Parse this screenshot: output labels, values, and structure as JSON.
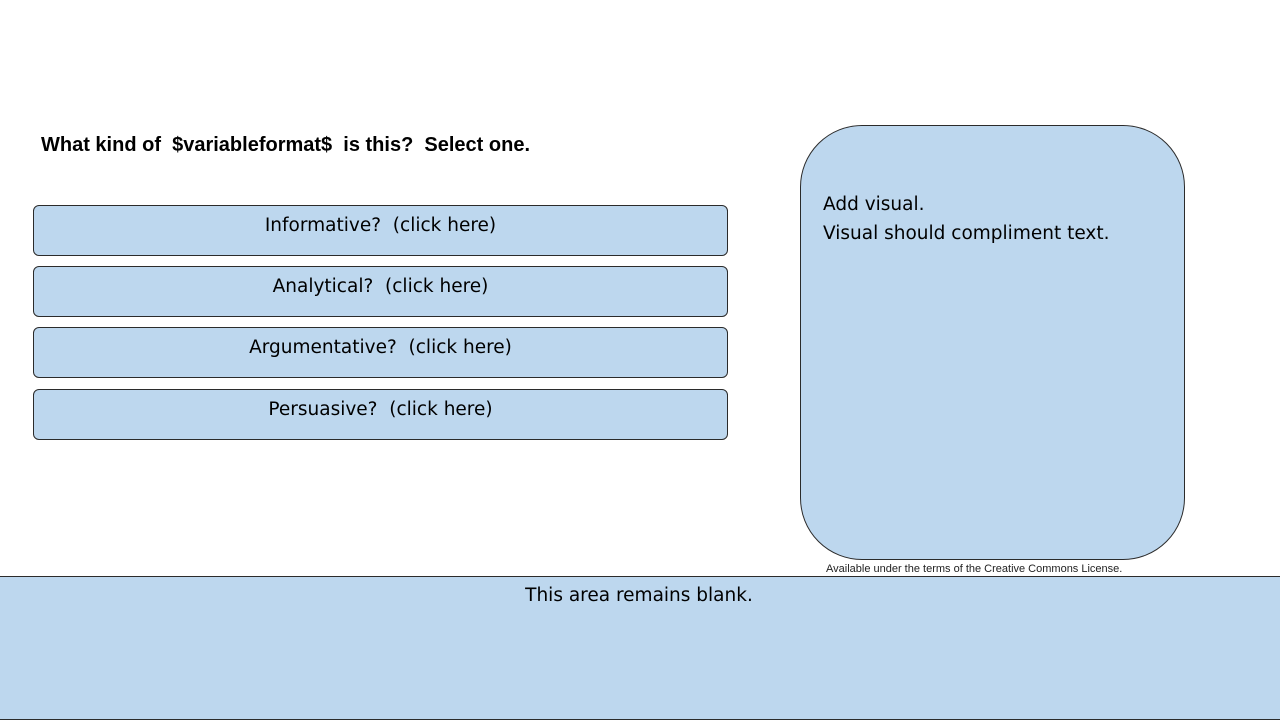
{
  "question": {
    "text": "What kind of  $variableformat$  is this?  Select one."
  },
  "options": [
    {
      "label": "Informative?  (click here)"
    },
    {
      "label": "Analytical?  (click here)"
    },
    {
      "label": "Argumentative?  (click here)"
    },
    {
      "label": "Persuasive?  (click here)"
    }
  ],
  "visual": {
    "line1": "Add visual.",
    "line2": "Visual should compliment text."
  },
  "license": {
    "text": "Available under the terms of the Creative Commons License."
  },
  "footer": {
    "text": "This area remains blank."
  },
  "colors": {
    "panel_fill": "#bdd7ee",
    "border": "#2b2b2b",
    "background": "#ffffff"
  }
}
